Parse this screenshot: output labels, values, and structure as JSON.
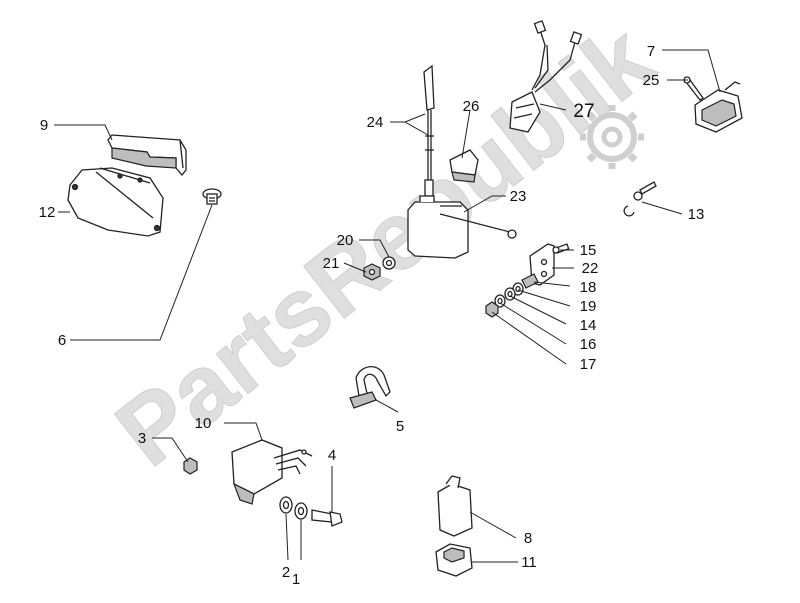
{
  "watermark": {
    "text": "PartsRepublik"
  },
  "callouts": [
    {
      "id": "1",
      "label": "1"
    },
    {
      "id": "2",
      "label": "2"
    },
    {
      "id": "3",
      "label": "3"
    },
    {
      "id": "4",
      "label": "4"
    },
    {
      "id": "5",
      "label": "5"
    },
    {
      "id": "6",
      "label": "6"
    },
    {
      "id": "7",
      "label": "7"
    },
    {
      "id": "8",
      "label": "8"
    },
    {
      "id": "9",
      "label": "9"
    },
    {
      "id": "10",
      "label": "10"
    },
    {
      "id": "11",
      "label": "11"
    },
    {
      "id": "12",
      "label": "12"
    },
    {
      "id": "13",
      "label": "13"
    },
    {
      "id": "14",
      "label": "14"
    },
    {
      "id": "15",
      "label": "15"
    },
    {
      "id": "16",
      "label": "16"
    },
    {
      "id": "17",
      "label": "17"
    },
    {
      "id": "18",
      "label": "18"
    },
    {
      "id": "19",
      "label": "19"
    },
    {
      "id": "20",
      "label": "20"
    },
    {
      "id": "21",
      "label": "21"
    },
    {
      "id": "22",
      "label": "22"
    },
    {
      "id": "23",
      "label": "23"
    },
    {
      "id": "24",
      "label": "24"
    },
    {
      "id": "25",
      "label": "25"
    },
    {
      "id": "26",
      "label": "26"
    },
    {
      "id": "27",
      "label": "27"
    }
  ],
  "colors": {
    "line": "#222222",
    "watermark": "#dcdcdc",
    "background": "#ffffff"
  }
}
